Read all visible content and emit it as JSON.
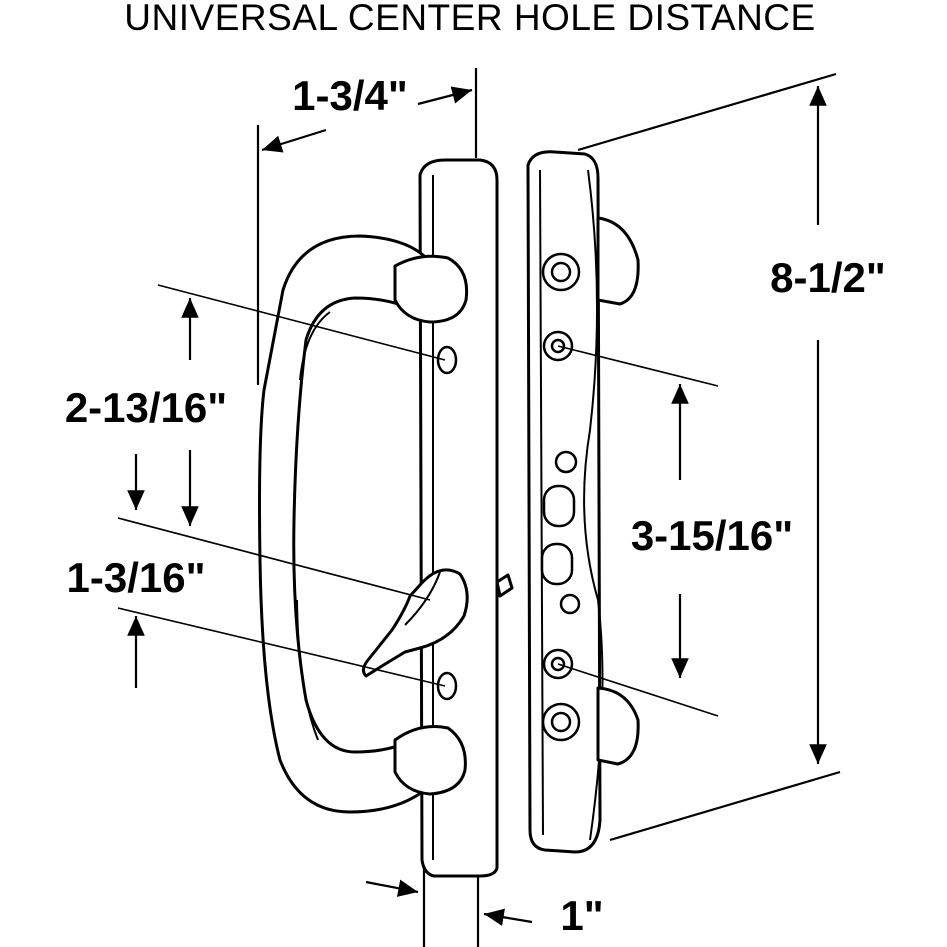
{
  "title": "UNIVERSAL CENTER HOLE DISTANCE",
  "dimensions": {
    "handle_projection": "1-3/4\"",
    "overall_height": "8-1/2\"",
    "upper_hole_spacing": "2-13/16\"",
    "lower_hole_spacing": "1-3/16\"",
    "inside_hole_spacing": "3-15/16\"",
    "escutcheon_width": "1\""
  }
}
